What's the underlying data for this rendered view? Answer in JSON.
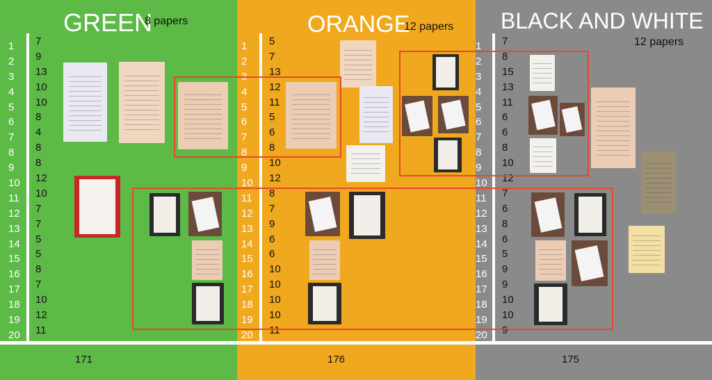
{
  "panels": {
    "green": {
      "title": "GREEN",
      "count": "8 papers",
      "total": "171",
      "color": "#5dba47",
      "values": [
        "7",
        "9",
        "13",
        "10",
        "10",
        "8",
        "4",
        "8",
        "8",
        "12",
        "10",
        "7",
        "7",
        "5",
        "5",
        "8",
        "7",
        "10",
        "12",
        "11"
      ]
    },
    "orange": {
      "title": "ORANGE",
      "count": "12 papers",
      "total": "176",
      "color": "#f0a81e",
      "values": [
        "5",
        "7",
        "13",
        "12",
        "11",
        "5",
        "6",
        "8",
        "10",
        "12",
        "8",
        "7",
        "9",
        "6",
        "6",
        "10",
        "10",
        "10",
        "10",
        "11"
      ]
    },
    "bw": {
      "title": "BLACK AND WHITE",
      "count": "12 papers",
      "total": "175",
      "color": "#8a8a8a",
      "values": [
        "7",
        "8",
        "15",
        "13",
        "11",
        "6",
        "6",
        "8",
        "10",
        "12",
        "7",
        "6",
        "8",
        "6",
        "5",
        "9",
        "9",
        "10",
        "10",
        "9"
      ]
    }
  },
  "row_ids": [
    "1",
    "2",
    "3",
    "4",
    "5",
    "6",
    "7",
    "8",
    "9",
    "10",
    "11",
    "12",
    "13",
    "14",
    "15",
    "16",
    "17",
    "18",
    "19",
    "20"
  ],
  "highlight_color": "#e8472c"
}
